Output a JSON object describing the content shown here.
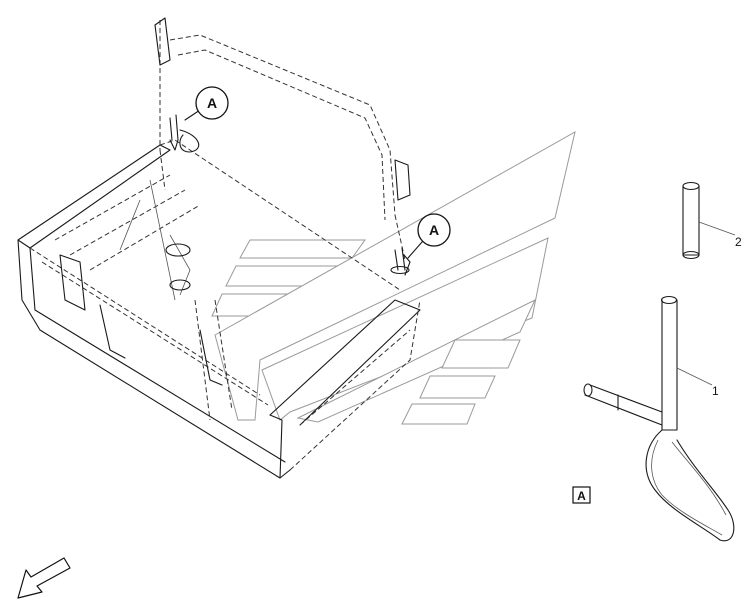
{
  "callouts": {
    "upper": "A",
    "middle": "A",
    "detail_box": "A"
  },
  "part_numbers": {
    "pin_sleeve": "2",
    "lock_pin": "1"
  }
}
